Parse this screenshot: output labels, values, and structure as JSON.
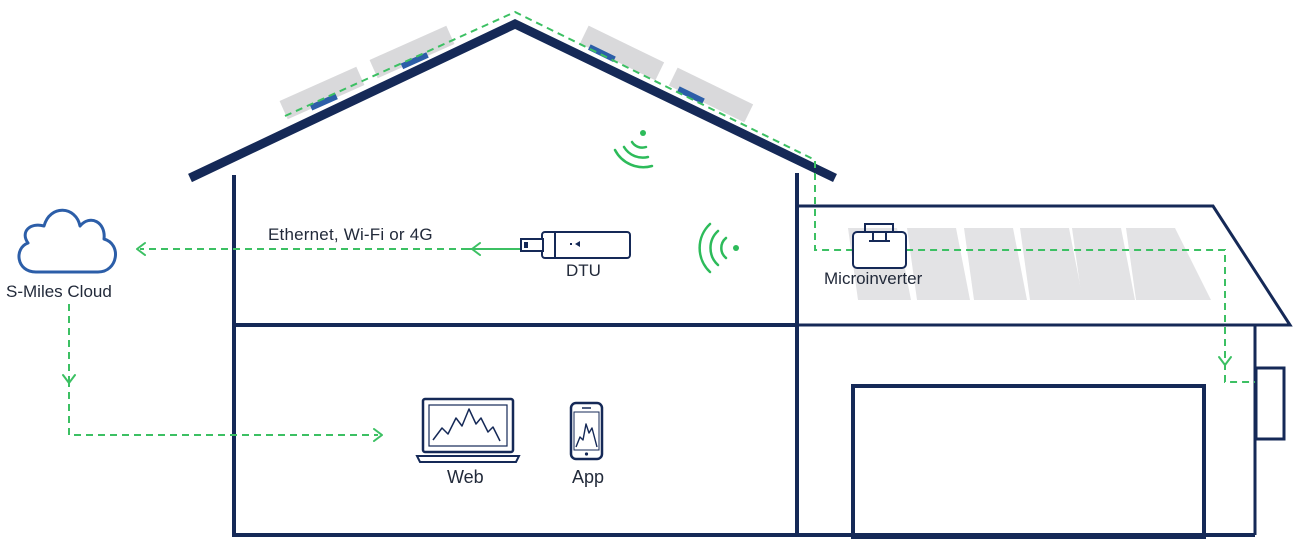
{
  "labels": {
    "cloud": "S-Miles Cloud",
    "connection": "Ethernet, Wi-Fi or 4G",
    "dtu": "DTU",
    "microinverter": "Microinverter",
    "web": "Web",
    "app": "App"
  },
  "colors": {
    "structure": "#152957",
    "data_flow": "#3cc063",
    "wireless_signal": "#2dbb5a",
    "solar_panel": "#d9d9db",
    "panel_connector": "#2c5ea8",
    "text": "#222a3a"
  },
  "icons": [
    "cloud-icon",
    "dtu-icon",
    "microinverter-icon",
    "laptop-icon",
    "phone-icon",
    "wifi-signal-icon"
  ]
}
